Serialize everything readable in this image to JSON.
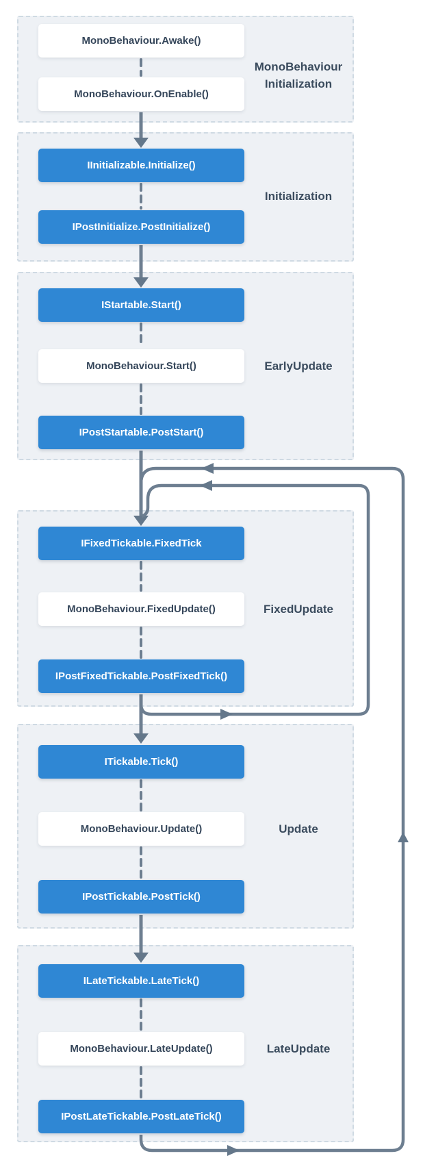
{
  "colors": {
    "accent_blue": "#2f87d4",
    "node_white": "#ffffff",
    "section_background": "#eef1f5",
    "section_border": "#cfdae3",
    "connector_gray": "#6d7e90",
    "text_dark": "#35465a"
  },
  "sections": [
    {
      "label": "MonoBehaviour Initialization",
      "label_lines": [
        "MonoBehaviour",
        "Initialization"
      ],
      "boxes": [
        {
          "text": "MonoBehaviour.Awake()",
          "variant": "plain"
        },
        {
          "text": "MonoBehaviour.OnEnable()",
          "variant": "plain"
        }
      ]
    },
    {
      "label": "Initialization",
      "label_lines": [
        "Initialization"
      ],
      "boxes": [
        {
          "text": "IInitializable.Initialize()",
          "variant": "interface"
        },
        {
          "text": "IPostInitialize.PostInitialize()",
          "variant": "interface"
        }
      ]
    },
    {
      "label": "EarlyUpdate",
      "label_lines": [
        "EarlyUpdate"
      ],
      "boxes": [
        {
          "text": "IStartable.Start()",
          "variant": "interface"
        },
        {
          "text": "MonoBehaviour.Start()",
          "variant": "plain"
        },
        {
          "text": "IPostStartable.PostStart()",
          "variant": "interface"
        }
      ]
    },
    {
      "label": "FixedUpdate",
      "label_lines": [
        "FixedUpdate"
      ],
      "boxes": [
        {
          "text": "IFixedTickable.FixedTick",
          "variant": "interface"
        },
        {
          "text": "MonoBehaviour.FixedUpdate()",
          "variant": "plain"
        },
        {
          "text": "IPostFixedTickable.PostFixedTick()",
          "variant": "interface"
        }
      ]
    },
    {
      "label": "Update",
      "label_lines": [
        "Update"
      ],
      "boxes": [
        {
          "text": "ITickable.Tick()",
          "variant": "interface"
        },
        {
          "text": "MonoBehaviour.Update()",
          "variant": "plain"
        },
        {
          "text": "IPostTickable.PostTick()",
          "variant": "interface"
        }
      ]
    },
    {
      "label": "LateUpdate",
      "label_lines": [
        "LateUpdate"
      ],
      "boxes": [
        {
          "text": "ILateTickable.LateTick()",
          "variant": "interface"
        },
        {
          "text": "MonoBehaviour.LateUpdate()",
          "variant": "plain"
        },
        {
          "text": "IPostLateTickable.PostLateTick()",
          "variant": "interface"
        }
      ]
    }
  ]
}
